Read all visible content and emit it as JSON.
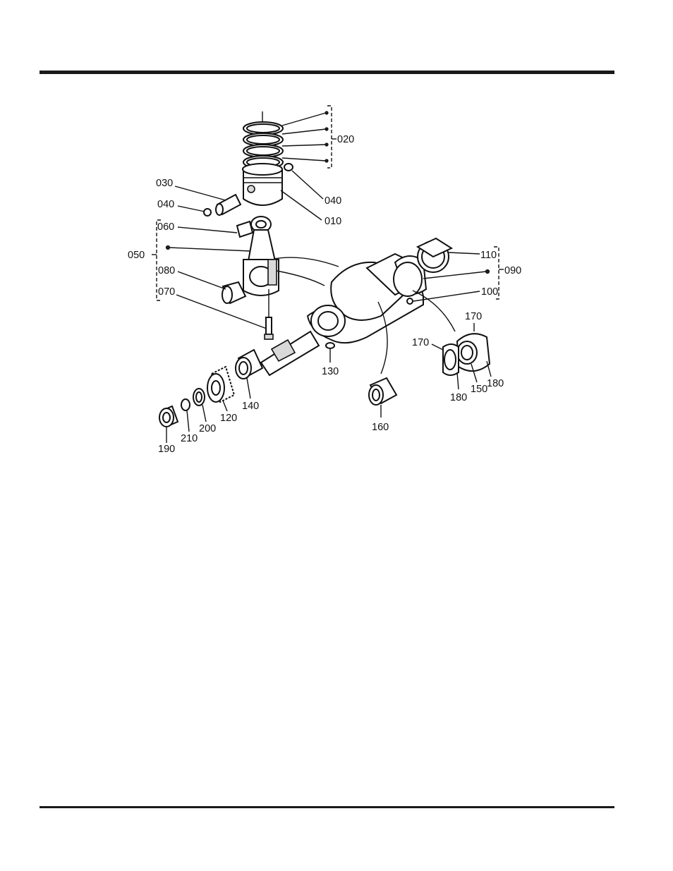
{
  "callouts": {
    "piston": "010",
    "piston_rings": "020",
    "piston_pin": "030",
    "pin_clip_left": "040",
    "pin_clip_right": "040",
    "connecting_rod_assy": "050",
    "small_end_bushing": "060",
    "rod_bolt": "070",
    "rod_bearing": "080",
    "crankshaft_assy": "090",
    "crank_plug": "100",
    "crank_bearing_1": "110",
    "crank_gear": "120",
    "feather_key": "130",
    "crank_bearing_front": "140",
    "main_bearing_case": "150",
    "crank_bearing_2": "160",
    "thrust_washer_left": "170",
    "thrust_washer_right": "170",
    "side_bearing_left": "180",
    "side_bearing_right": "180",
    "crank_collar": "190",
    "o_ring": "200",
    "collar_washer": "210"
  }
}
